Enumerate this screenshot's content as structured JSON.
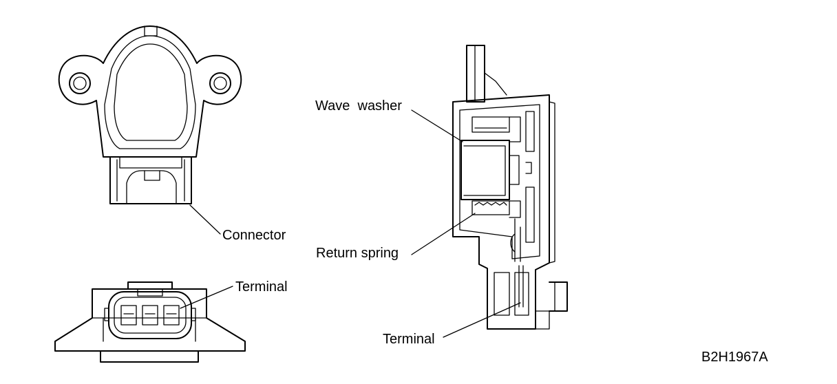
{
  "labels": {
    "connector": "Connector",
    "terminal_front": "Terminal",
    "wave_washer": "Wave  washer",
    "return_spring": "Return spring",
    "terminal_section": "Terminal",
    "figure_code": "B2H1967A"
  }
}
